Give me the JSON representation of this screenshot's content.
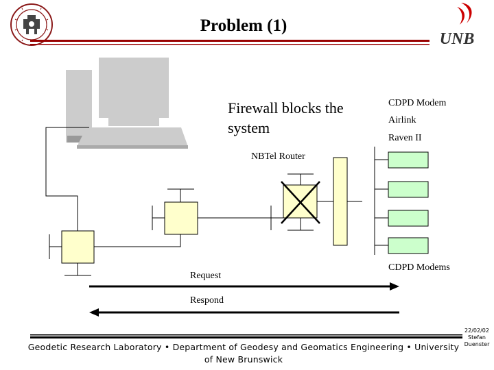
{
  "slide": {
    "title": "Problem (1)"
  },
  "diagram": {
    "firewall_line1": "Firewall blocks the",
    "firewall_line2": "system",
    "cdpd_modem": "CDPD Modem",
    "airlink": "Airlink",
    "raven": "Raven II",
    "router": "NBTel Router",
    "cdpd_modems": "CDPD Modems",
    "request": "Request",
    "respond": "Respond"
  },
  "branding": {
    "logo_text": "UNB",
    "seal_text": "GEODETIC RESEARCH LABORATORY UNB"
  },
  "footer": {
    "text": "Geodetic Research Laboratory • Department of Geodesy and Geomatics Engineering • University of New Brunswick",
    "date": "22/02/02",
    "author_first": "Stefan",
    "author_last": "Duenster"
  },
  "colors": {
    "box_fill": "#ffffcc",
    "modem_fill": "#ccffcc",
    "computer_gray": "#cccccc",
    "header_rule": "#990000",
    "logo_red": "#cc0000",
    "logo_text": "#333333"
  }
}
